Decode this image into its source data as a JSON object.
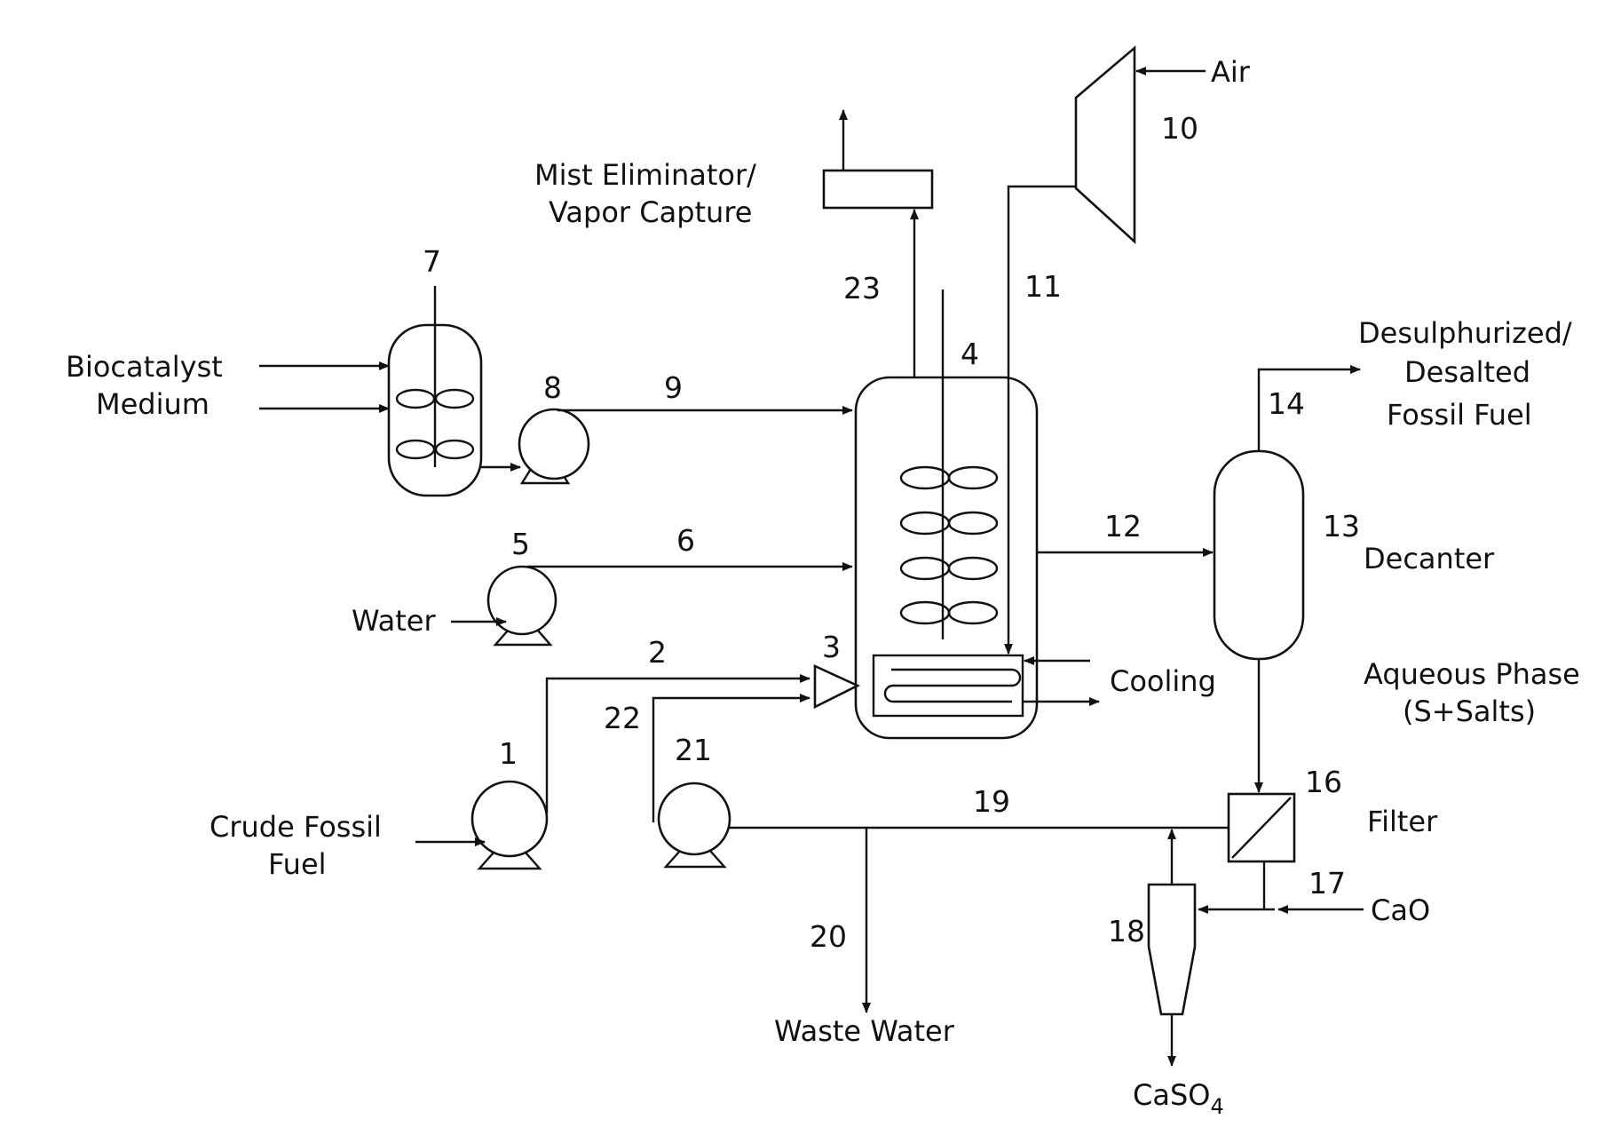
{
  "equipment_numbers": {
    "n1": "1",
    "n2": "2",
    "n3": "3",
    "n4": "4",
    "n5": "5",
    "n6": "6",
    "n7": "7",
    "n8": "8",
    "n9": "9",
    "n10": "10",
    "n11": "11",
    "n12": "12",
    "n13": "13",
    "n14": "14",
    "n16": "16",
    "n17": "17",
    "n18": "18",
    "n19": "19",
    "n20": "20",
    "n21": "21",
    "n22": "22",
    "n23": "23"
  },
  "labels": {
    "mist_line1": "Mist Eliminator/",
    "mist_line2": "Vapor Capture",
    "air": "Air",
    "biocatalyst": "Biocatalyst",
    "medium": "Medium",
    "product_line1": "Desulphurized/",
    "product_line2": "Desalted",
    "product_line3": "Fossil Fuel",
    "decanter": "Decanter",
    "water": "Water",
    "cooling": "Cooling",
    "aqueous_line1": "Aqueous Phase",
    "aqueous_line2": "(S+Salts)",
    "crude_line1": "Crude Fossil",
    "crude_line2": "Fuel",
    "filter": "Filter",
    "cao": "CaO",
    "waste_water": "Waste Water",
    "caso4_main": "CaSO",
    "caso4_sub": "4"
  }
}
